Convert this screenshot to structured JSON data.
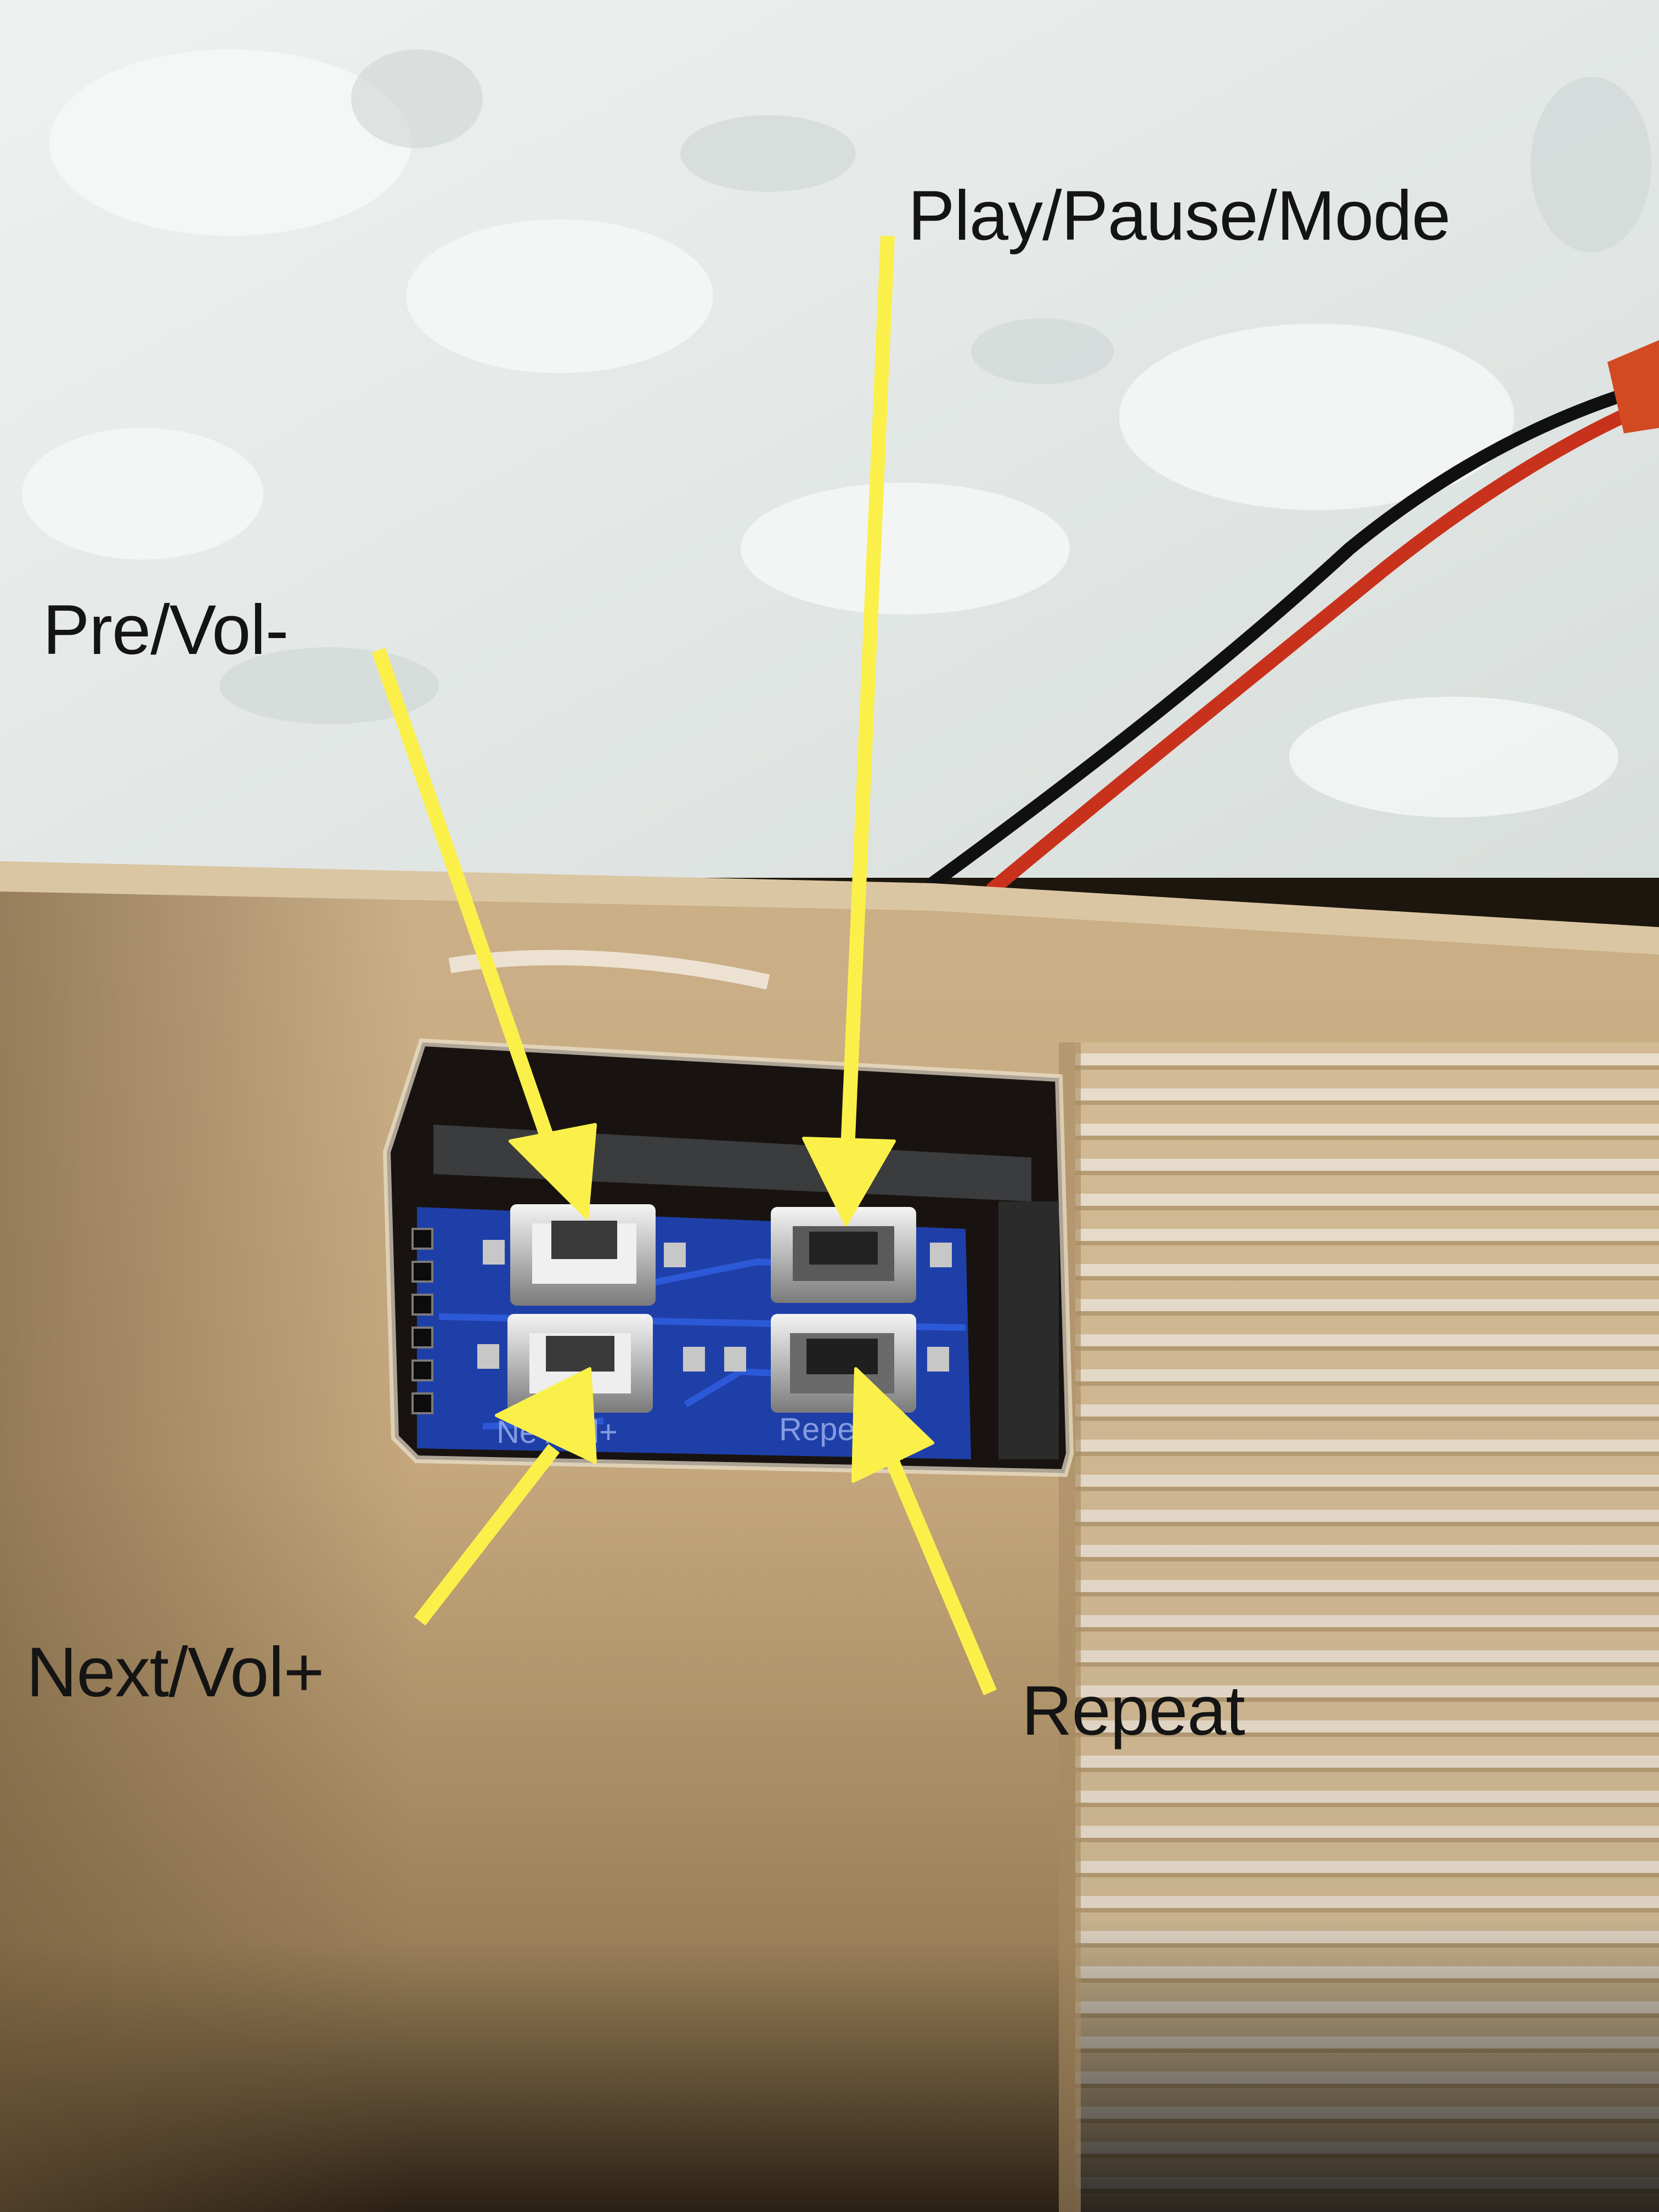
{
  "annotations": {
    "play_pause_mode": "Play/Pause/Mode",
    "pre_vol_minus": "Pre/Vol-",
    "next_vol_plus": "Next/Vol+",
    "repeat": "Repeat"
  },
  "pcb_silkscreen": {
    "next_label": "Ne  /Vol+",
    "repeat_label": "Repe"
  },
  "colors": {
    "arrow": "#fbf04a",
    "label_text": "#141414",
    "pcb": "#1f3fa8",
    "enclosure": "#c8ac82",
    "wall": "#e6eae7",
    "wire_red": "#c8321c",
    "wire_black": "#101010"
  }
}
